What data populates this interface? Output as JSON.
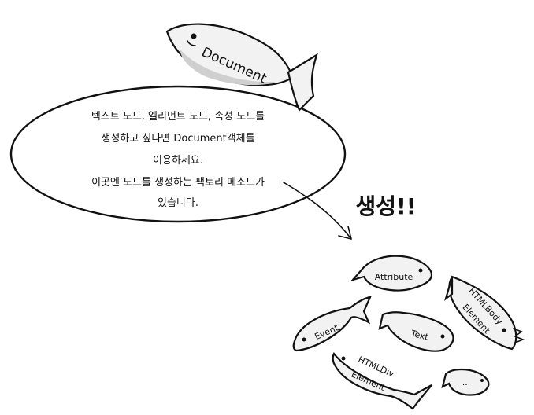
{
  "big_fish": {
    "label": "Document"
  },
  "bubble": {
    "lines": [
      "텍스트 노드, 엘리먼트 노드, 속성 노드를",
      "생성하고 싶다면 Document객체를",
      "이용하세요.",
      "이곳엔 노드를 생성하는 팩토리 메소드가",
      "있습니다."
    ]
  },
  "create_label": "생성!!",
  "small_fish": {
    "attribute": "Attribute",
    "event": "Event",
    "text": "Text",
    "htmlbody_line1": "HTMLBody",
    "htmlbody_line2": "Element",
    "htmldiv_line1": "HTMLDiv",
    "htmldiv_line2": "Element",
    "more": "..."
  }
}
